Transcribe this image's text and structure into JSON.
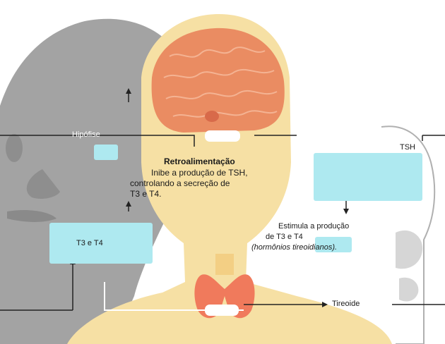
{
  "labels": {
    "hipofise": "Hipófise",
    "tsh": "TSH",
    "retro_title": "Retroalimentação",
    "retro_l1": "Inibe a produção de TSH,",
    "retro_l2": "controlando a secreção de",
    "retro_l3": "T3 e T4.",
    "t3t4": "T3 e T4",
    "estimula_l1": "Estimula a produção",
    "estimula_l2": "de T3 e T4",
    "estimula_l3": "(hormônios tireoidianos).",
    "tireoide": "Tireoide"
  },
  "colors": {
    "skin": "#f6e0a4",
    "brain": "#ea8c62",
    "thyroid": "#f07a5c",
    "gray": "#999999",
    "cyan": "#aee9f0",
    "arrow": "#222222"
  }
}
